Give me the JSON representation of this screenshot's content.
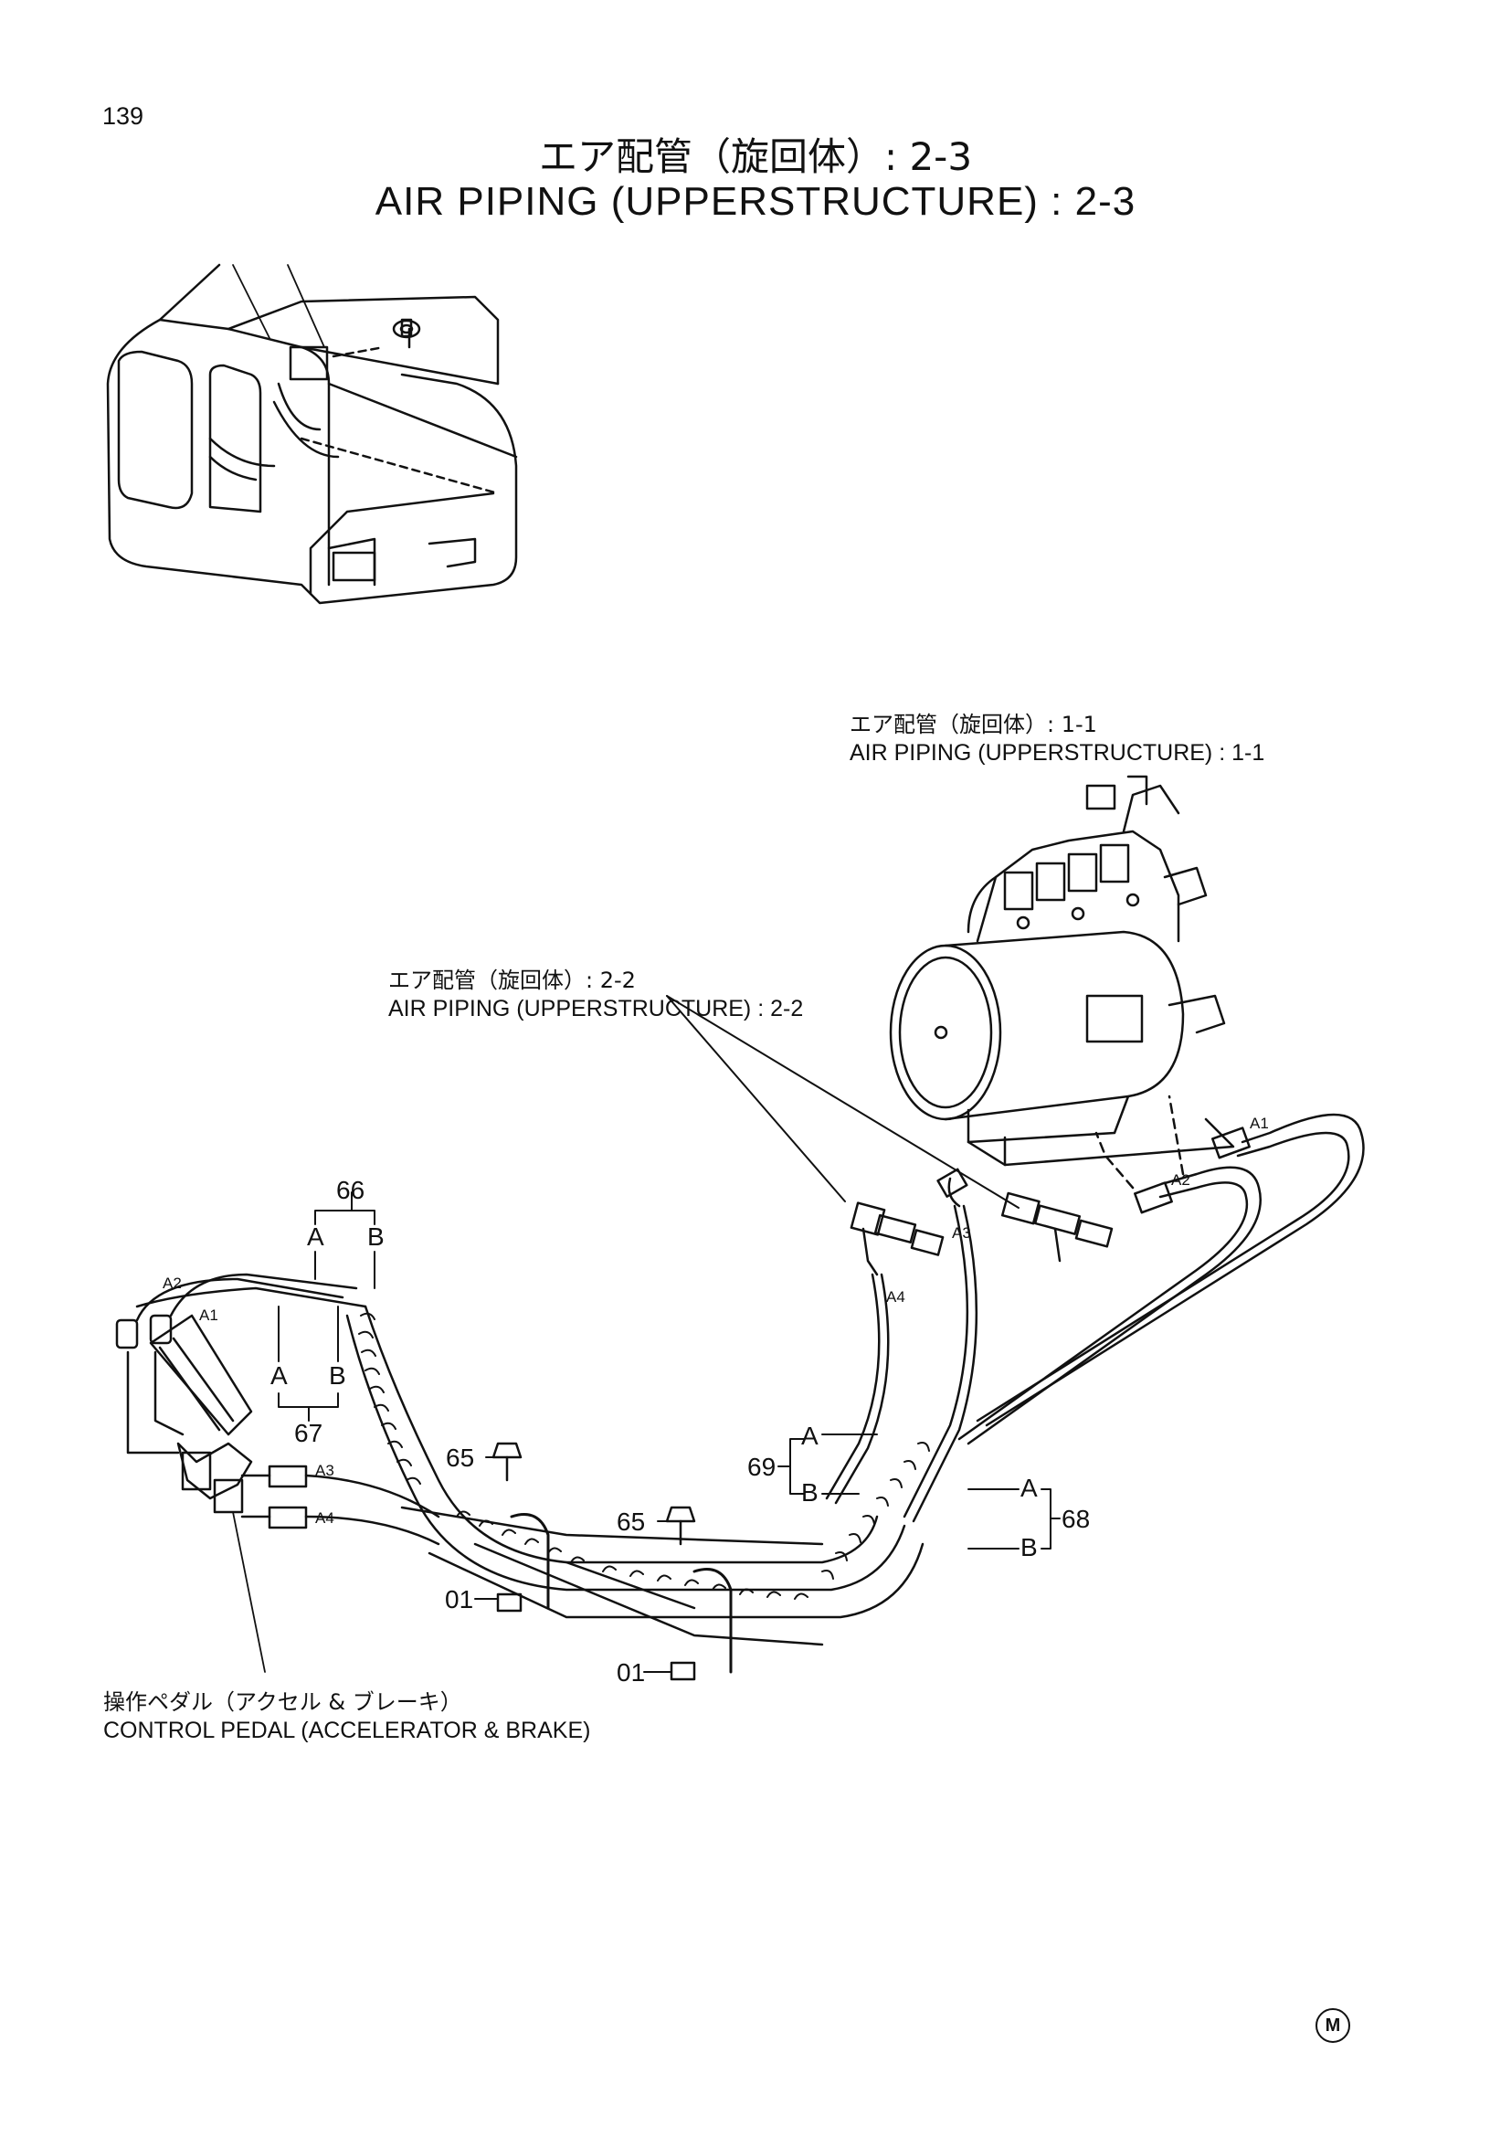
{
  "page": {
    "number": "139"
  },
  "title": {
    "jp": "エア配管（旋回体）: 2-3",
    "en": "AIR PIPING (UPPERSTRUCTURE) : 2-3"
  },
  "references": {
    "ref_1_1": {
      "jp": "エア配管（旋回体）: 1-1",
      "en": "AIR PIPING (UPPERSTRUCTURE) : 1-1"
    },
    "ref_2_2": {
      "jp": "エア配管（旋回体）: 2-2",
      "en": "AIR PIPING (UPPERSTRUCTURE) : 2-2"
    },
    "pedal": {
      "jp": "操作ペダル（アクセル & ブレーキ）",
      "en": "CONTROL PEDAL (ACCELERATOR & BRAKE)"
    }
  },
  "callouts": {
    "p66": "66",
    "p67": "67",
    "p68": "68",
    "p69": "69",
    "p65a": "65",
    "p65b": "65",
    "p01a": "01",
    "p01b": "01",
    "a": "A",
    "b": "B"
  },
  "hose_ends": {
    "a1": "A1",
    "a2": "A2",
    "a3": "A3",
    "a4": "A4"
  },
  "mark": "M"
}
